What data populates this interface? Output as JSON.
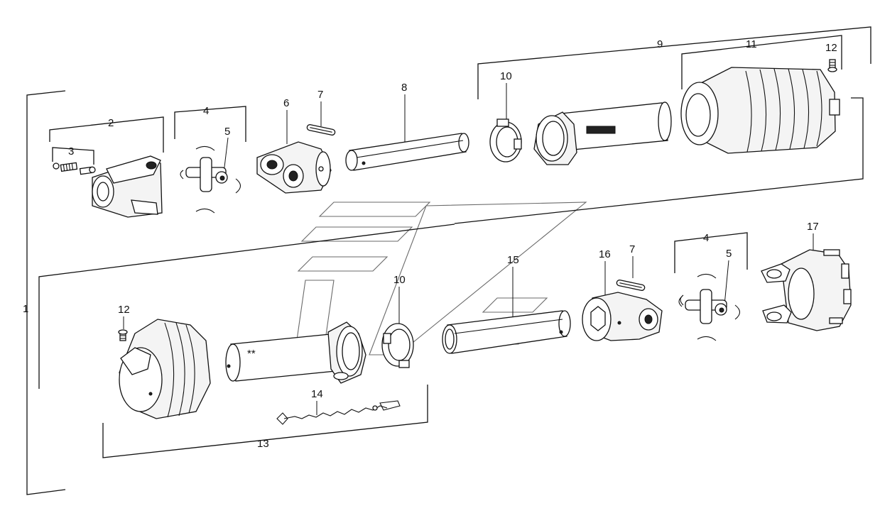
{
  "diagram": {
    "callouts": [
      "2",
      "3",
      "4",
      "5",
      "6",
      "7",
      "8",
      "9",
      "10",
      "11",
      "12",
      "13",
      "14",
      "15",
      "16",
      "17"
    ],
    "marks": {
      "double_asterisk": "**",
      "side_mark": "1"
    },
    "colors": {
      "line": "#111111",
      "background": "#ffffff",
      "watermark": "#6a6a6a"
    },
    "parts": [
      {
        "id": "2",
        "name": "yoke"
      },
      {
        "id": "3",
        "name": "lock-pin-kit"
      },
      {
        "id": "4",
        "name": "cross-journal"
      },
      {
        "id": "5",
        "name": "circlip"
      },
      {
        "id": "6",
        "name": "inner-yoke"
      },
      {
        "id": "7",
        "name": "roll-pin"
      },
      {
        "id": "8",
        "name": "inner-profile-tube"
      },
      {
        "id": "9",
        "name": "guard-half-outer"
      },
      {
        "id": "10",
        "name": "bearing-ring"
      },
      {
        "id": "11",
        "name": "guard-cone-outer"
      },
      {
        "id": "12",
        "name": "screw"
      },
      {
        "id": "13",
        "name": "guard-half-inner"
      },
      {
        "id": "14",
        "name": "safety-chain"
      },
      {
        "id": "15",
        "name": "outer-profile-tube"
      },
      {
        "id": "16",
        "name": "outer-yoke"
      },
      {
        "id": "17",
        "name": "friction-clutch-yoke"
      }
    ]
  }
}
